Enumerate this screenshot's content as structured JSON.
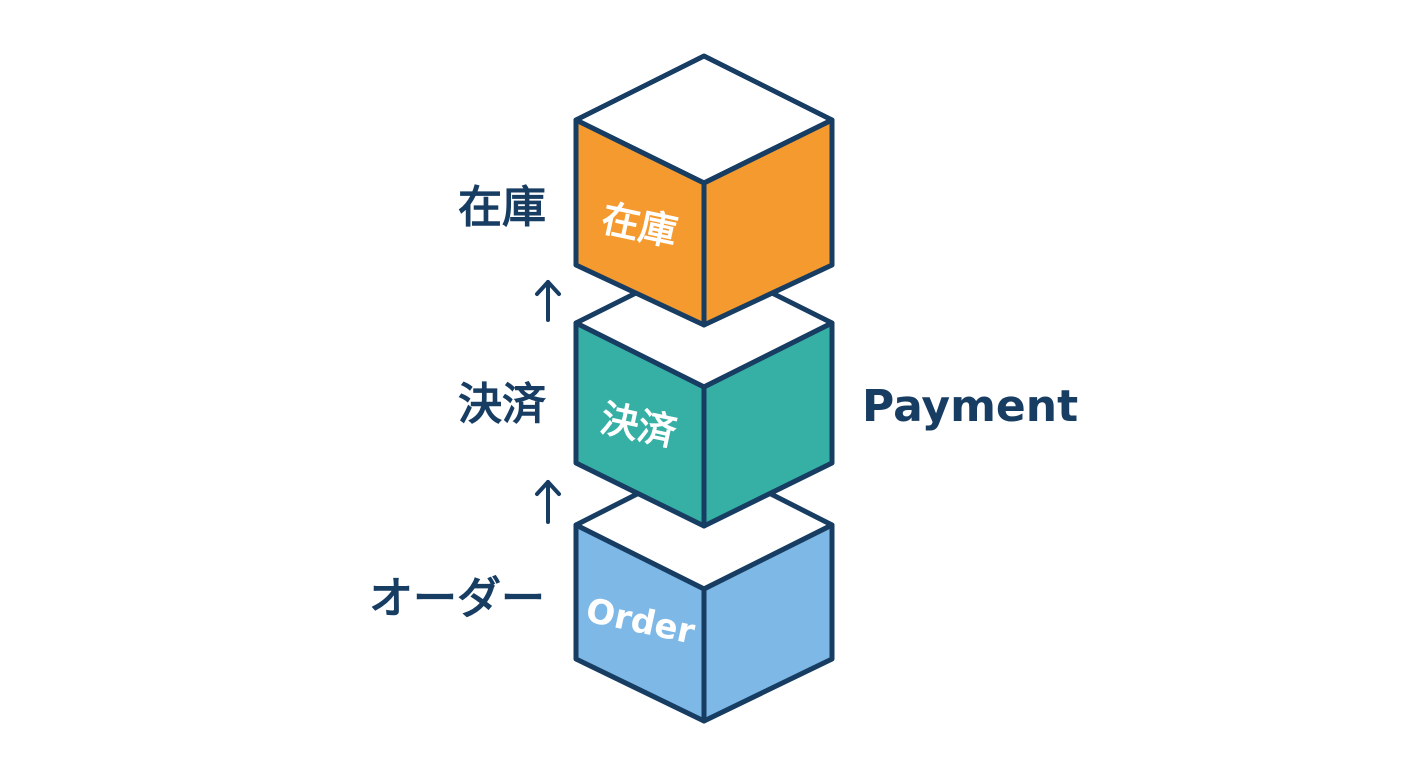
{
  "colors": {
    "outline": "#173d63",
    "top_face": "#ffffff",
    "inventory": "#f59a2f",
    "payment": "#36afa4",
    "order": "#7db8e6"
  },
  "blocks": [
    {
      "id": "inventory",
      "side_label": "在庫",
      "face_label": "在庫",
      "color": "#f59a2f"
    },
    {
      "id": "payment",
      "side_label": "決済",
      "face_label": "決済",
      "color": "#36afa4"
    },
    {
      "id": "order",
      "side_label": "オーダー",
      "face_label": "Order",
      "color": "#7db8e6"
    }
  ],
  "right_label": "Payment",
  "arrow_icon": "arrow-up-icon"
}
